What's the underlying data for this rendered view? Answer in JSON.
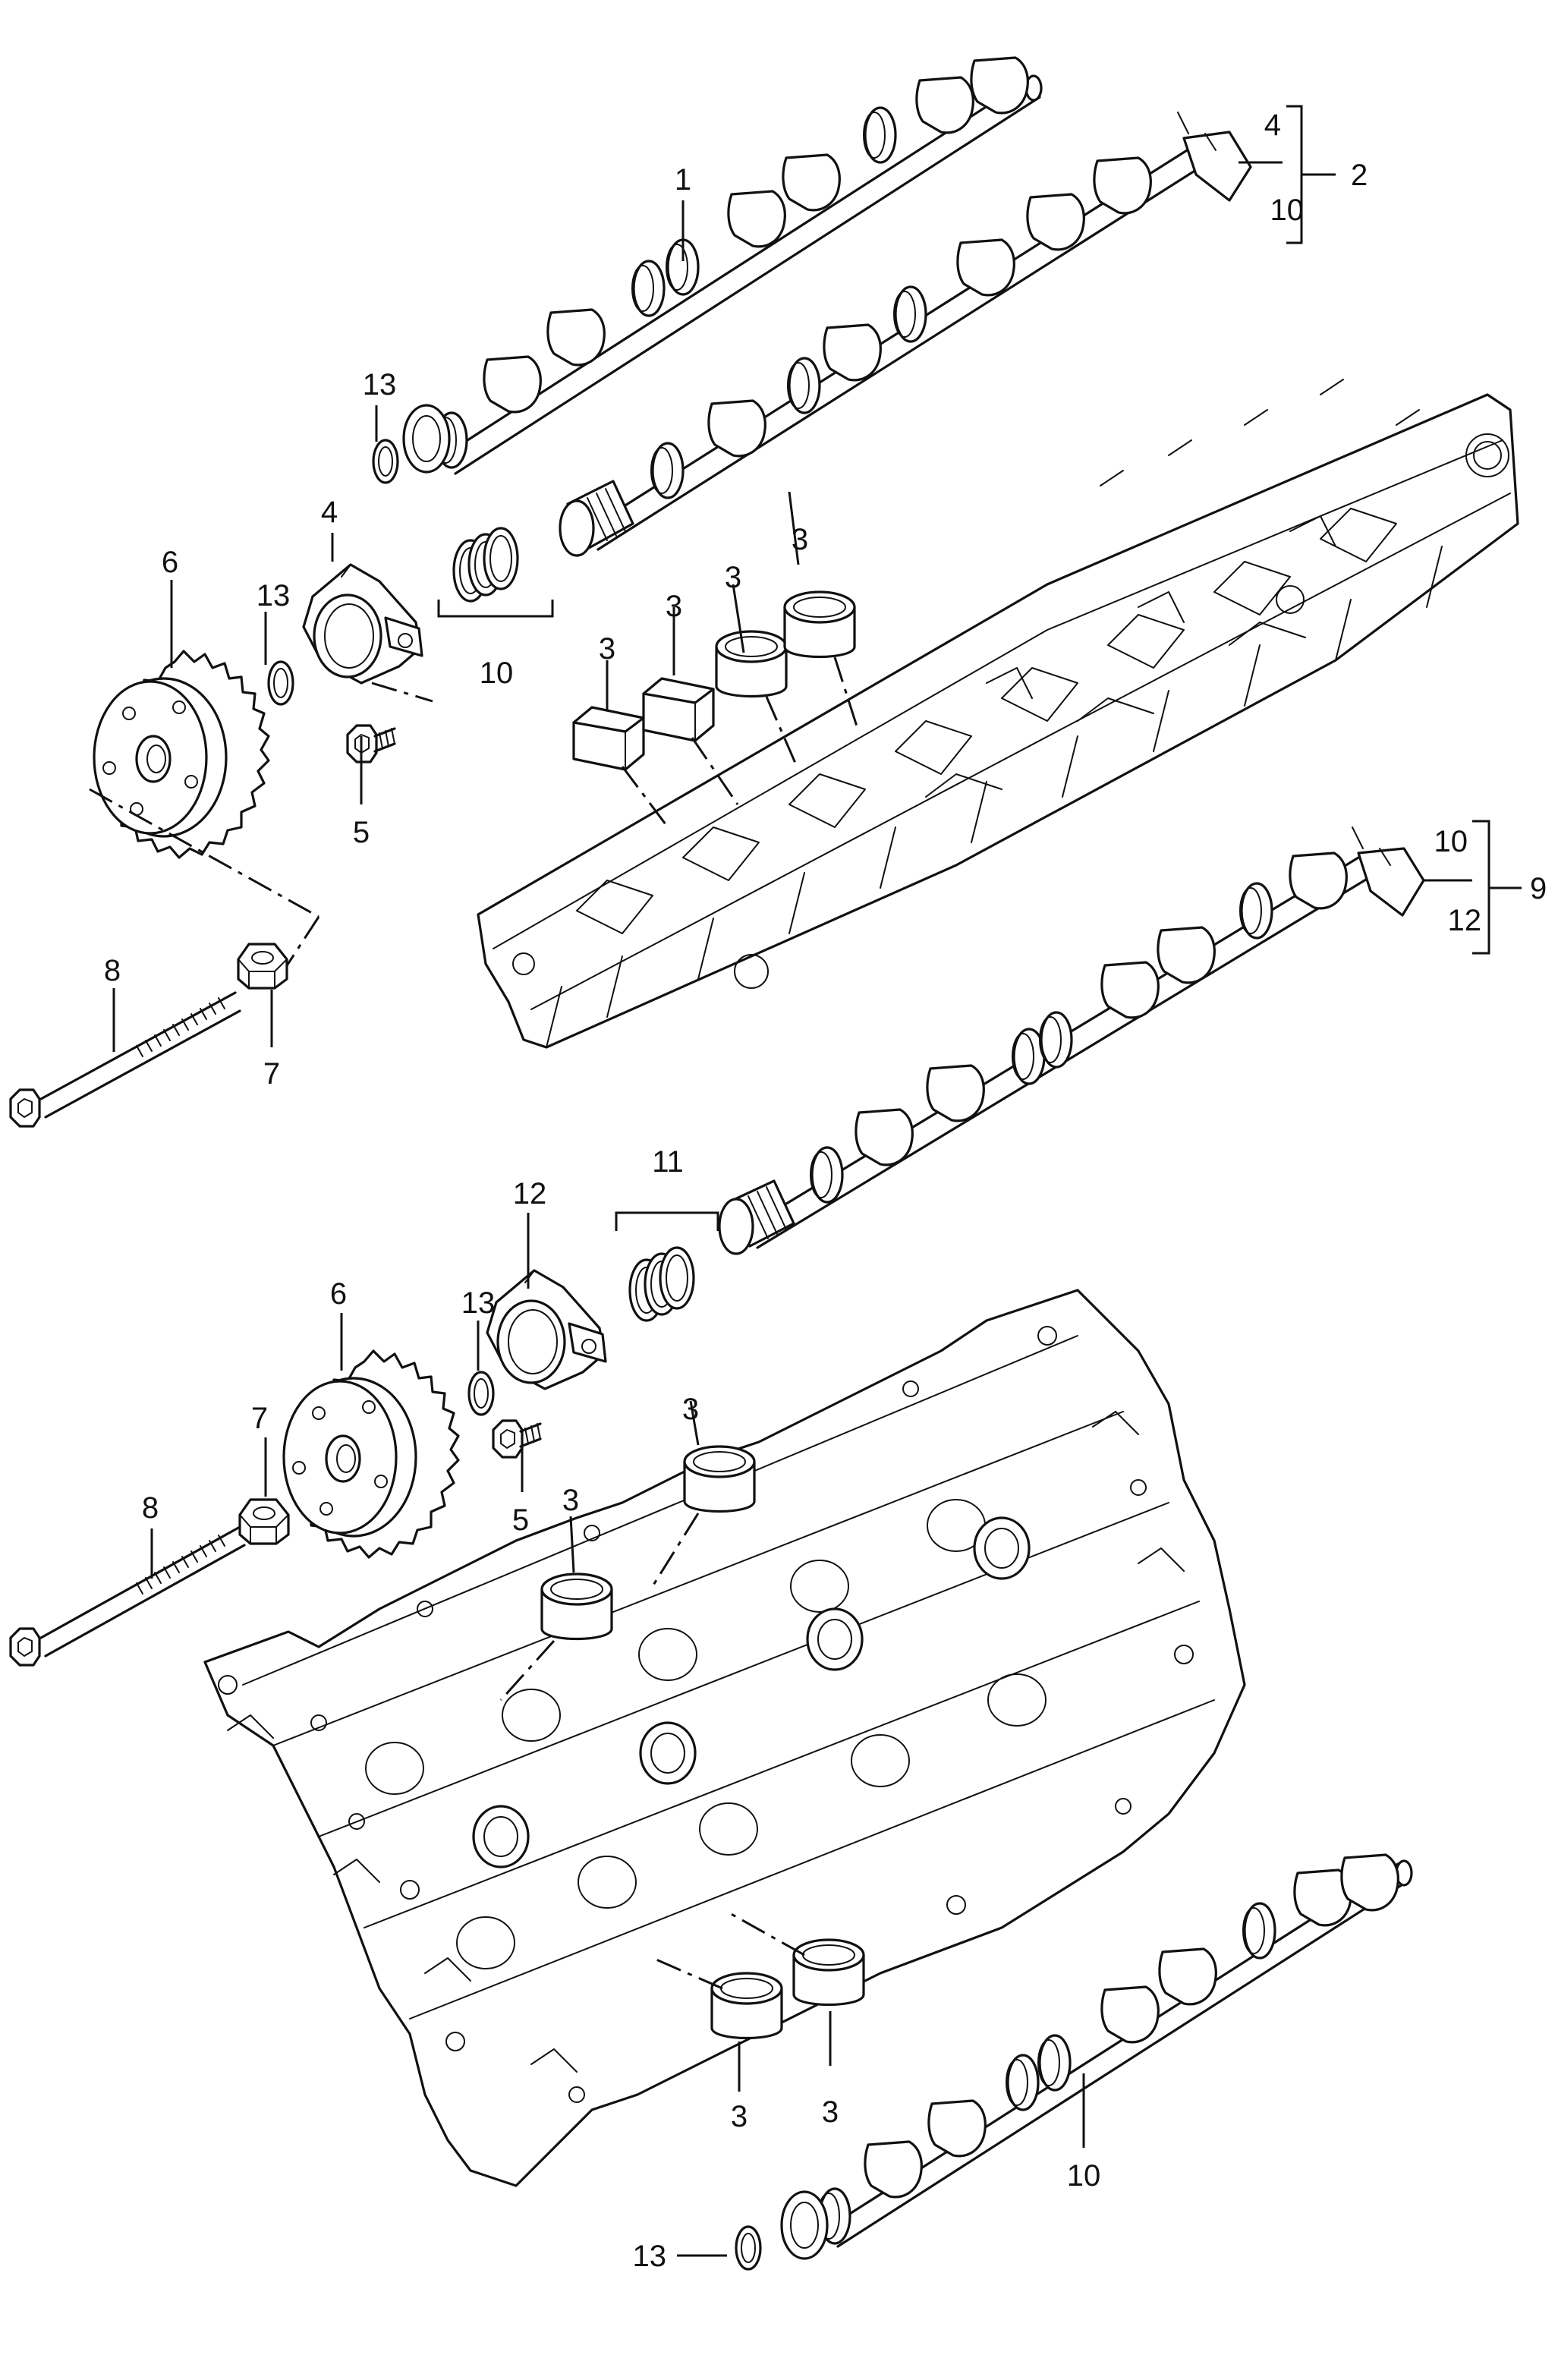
{
  "callouts": [
    {
      "id": "c1",
      "text": "1"
    },
    {
      "id": "c2",
      "text": "2"
    },
    {
      "id": "c2a",
      "text": "4"
    },
    {
      "id": "c2b",
      "text": "10"
    },
    {
      "id": "c3a",
      "text": "3"
    },
    {
      "id": "c3b",
      "text": "3"
    },
    {
      "id": "c3c",
      "text": "3"
    },
    {
      "id": "c3d",
      "text": "3"
    },
    {
      "id": "c3e",
      "text": "3"
    },
    {
      "id": "c3f",
      "text": "3"
    },
    {
      "id": "c3g",
      "text": "3"
    },
    {
      "id": "c3h",
      "text": "3"
    },
    {
      "id": "c4",
      "text": "4"
    },
    {
      "id": "c5a",
      "text": "5"
    },
    {
      "id": "c5b",
      "text": "5"
    },
    {
      "id": "c6a",
      "text": "6"
    },
    {
      "id": "c6b",
      "text": "6"
    },
    {
      "id": "c7a",
      "text": "7"
    },
    {
      "id": "c7b",
      "text": "7"
    },
    {
      "id": "c8a",
      "text": "8"
    },
    {
      "id": "c8b",
      "text": "8"
    },
    {
      "id": "c9",
      "text": "9"
    },
    {
      "id": "c9a",
      "text": "10"
    },
    {
      "id": "c9b",
      "text": "12"
    },
    {
      "id": "c10a",
      "text": "10"
    },
    {
      "id": "c10b",
      "text": "10"
    },
    {
      "id": "c11",
      "text": "11"
    },
    {
      "id": "c12",
      "text": "12"
    },
    {
      "id": "c13a",
      "text": "13"
    },
    {
      "id": "c13b",
      "text": "13"
    },
    {
      "id": "c13c",
      "text": "13"
    },
    {
      "id": "c13d",
      "text": "13"
    }
  ]
}
